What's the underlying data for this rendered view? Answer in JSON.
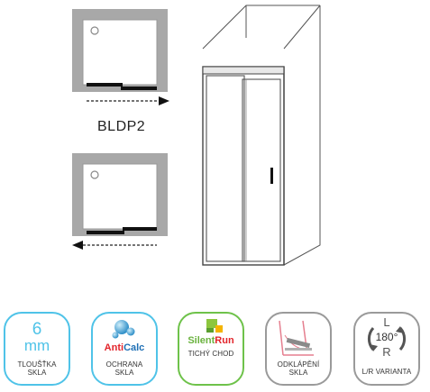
{
  "model_label": "BLDP2",
  "badges": {
    "thickness": {
      "value": "6",
      "unit": "mm",
      "line1": "TLOUŠŤKA",
      "line2": "SKLA",
      "color": "#4fc3e8"
    },
    "anticalc": {
      "logo_a": "Anti",
      "logo_b": "Calc",
      "line1": "OCHRANA",
      "line2": "SKLA",
      "color": "#4fc3e8"
    },
    "silentrun": {
      "logo_a": "Silent",
      "logo_b": "Run",
      "line1": "TICHÝ CHOD",
      "color": "#6ec24a"
    },
    "detach": {
      "line1": "ODKLÁPĚNÍ",
      "line2": "SKLA",
      "color": "#9a9a9a"
    },
    "lr": {
      "top_letter": "L",
      "angle": "180°",
      "bottom_letter": "R",
      "line1": "L/R VARIANTA",
      "color": "#9a9a9a"
    }
  }
}
